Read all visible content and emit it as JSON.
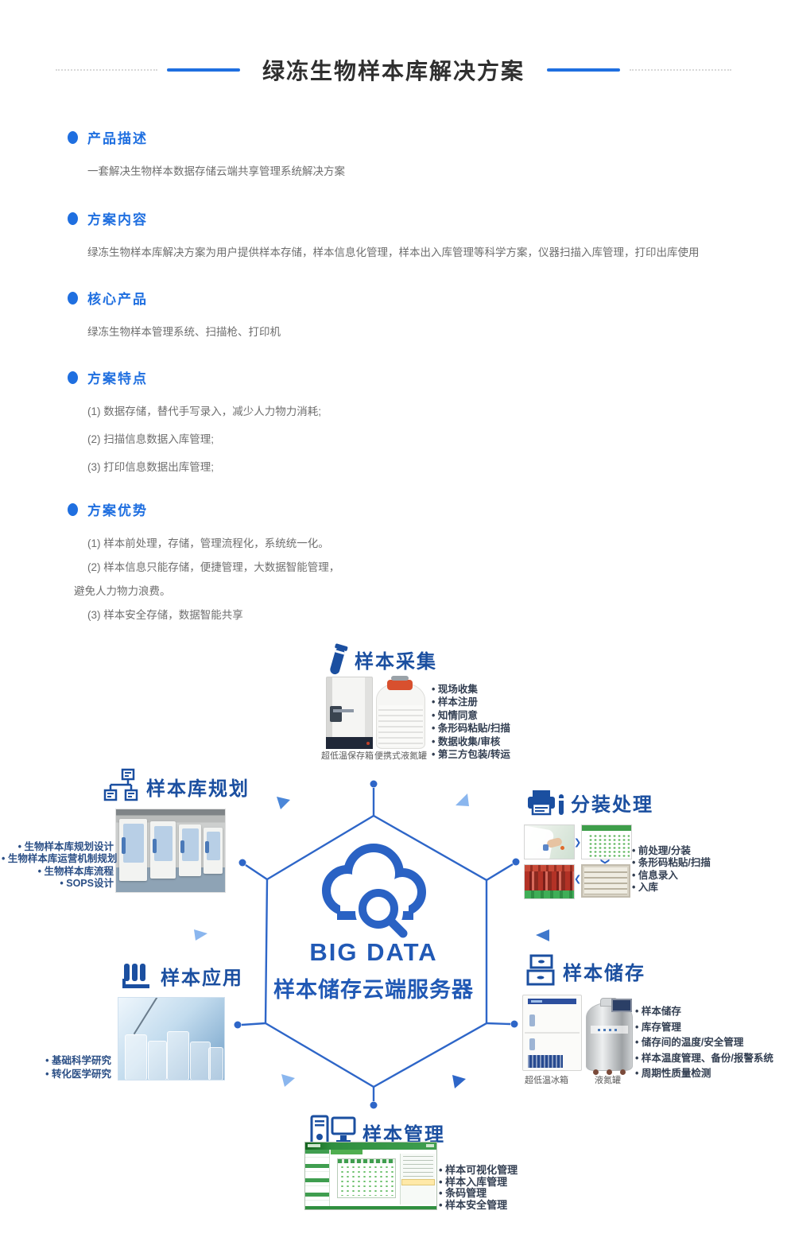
{
  "page": {
    "title": "绿冻生物样本库解决方案"
  },
  "colors": {
    "accent_blue": "#1F6FE0",
    "navy_blue": "#1B4FA0",
    "hexagon_blue": "#2E66C8",
    "cloud_blue": "#2A62C4",
    "center_text_blue": "#2159B5",
    "light_arrow_blue": "#8AB6EE"
  },
  "sections": [
    {
      "heading": "产品描述",
      "body": [
        "一套解决生物样本数据存储云端共享管理系统解决方案"
      ]
    },
    {
      "heading": "方案内容",
      "body": [
        "绿冻生物样本库解决方案为用户提供样本存储，样本信息化管理，样本出入库管理等科学方案，仪器扫描入库管理，打印出库使用"
      ]
    },
    {
      "heading": "核心产品",
      "body": [
        "绿冻生物样本管理系统、扫描枪、打印机"
      ]
    },
    {
      "heading": "方案特点",
      "body": [
        "(1) 数据存储，替代手写录入，减少人力物力消耗;",
        "(2) 扫描信息数据入库管理;",
        "(3) 打印信息数据出库管理;"
      ]
    },
    {
      "heading": "方案优势",
      "body": [
        "(1) 样本前处理，存储，管理流程化，系统统一化。",
        "(2) 样本信息只能存储，便捷管理，大数据智能管理，",
        "避免人力物力浪费。",
        "(3) 样本安全存储，数据智能共享"
      ]
    }
  ],
  "diagram": {
    "center": {
      "line1": "BIG DATA",
      "line2": "样本储存云端服务器"
    },
    "collect": {
      "title": "样本采集",
      "icon": "test-tube-icon",
      "captions": [
        "超低温保存箱",
        "便携式液氮罐"
      ],
      "bullets": [
        "现场收集",
        "样本注册",
        "知情同意",
        "条形码粘贴/扫描",
        "数据收集/审核",
        "第三方包装/转运"
      ]
    },
    "planning": {
      "title": "样本库规划",
      "icon": "sitemap-icon",
      "bullets": [
        "生物样本库规划设计",
        "生物样本库运营机制规划",
        "生物样本库流程",
        "SOPS设计"
      ]
    },
    "packaging": {
      "title": "分装处理",
      "icon": "printer-icon",
      "bullets": [
        "前处理/分装",
        "条形码粘贴/扫描",
        "信息录入",
        "入库"
      ]
    },
    "application": {
      "title": "样本应用",
      "icon": "beakers-icon",
      "bullets": [
        "基础科学研究",
        "转化医学研究"
      ]
    },
    "storage": {
      "title": "样本储存",
      "icon": "drawers-icon",
      "captions": [
        "超低温冰箱",
        "液氮罐"
      ],
      "bullets": [
        "样本储存",
        "库存管理",
        "储存间的温度/安全管理",
        "样本温度管理、备份/报警系统",
        "周期性质量检测"
      ]
    },
    "management": {
      "title": "样本管理",
      "icon": "computer-icon",
      "bullets": [
        "样本可视化管理",
        "样本入库管理",
        "条码管理",
        "样本安全管理"
      ]
    }
  }
}
